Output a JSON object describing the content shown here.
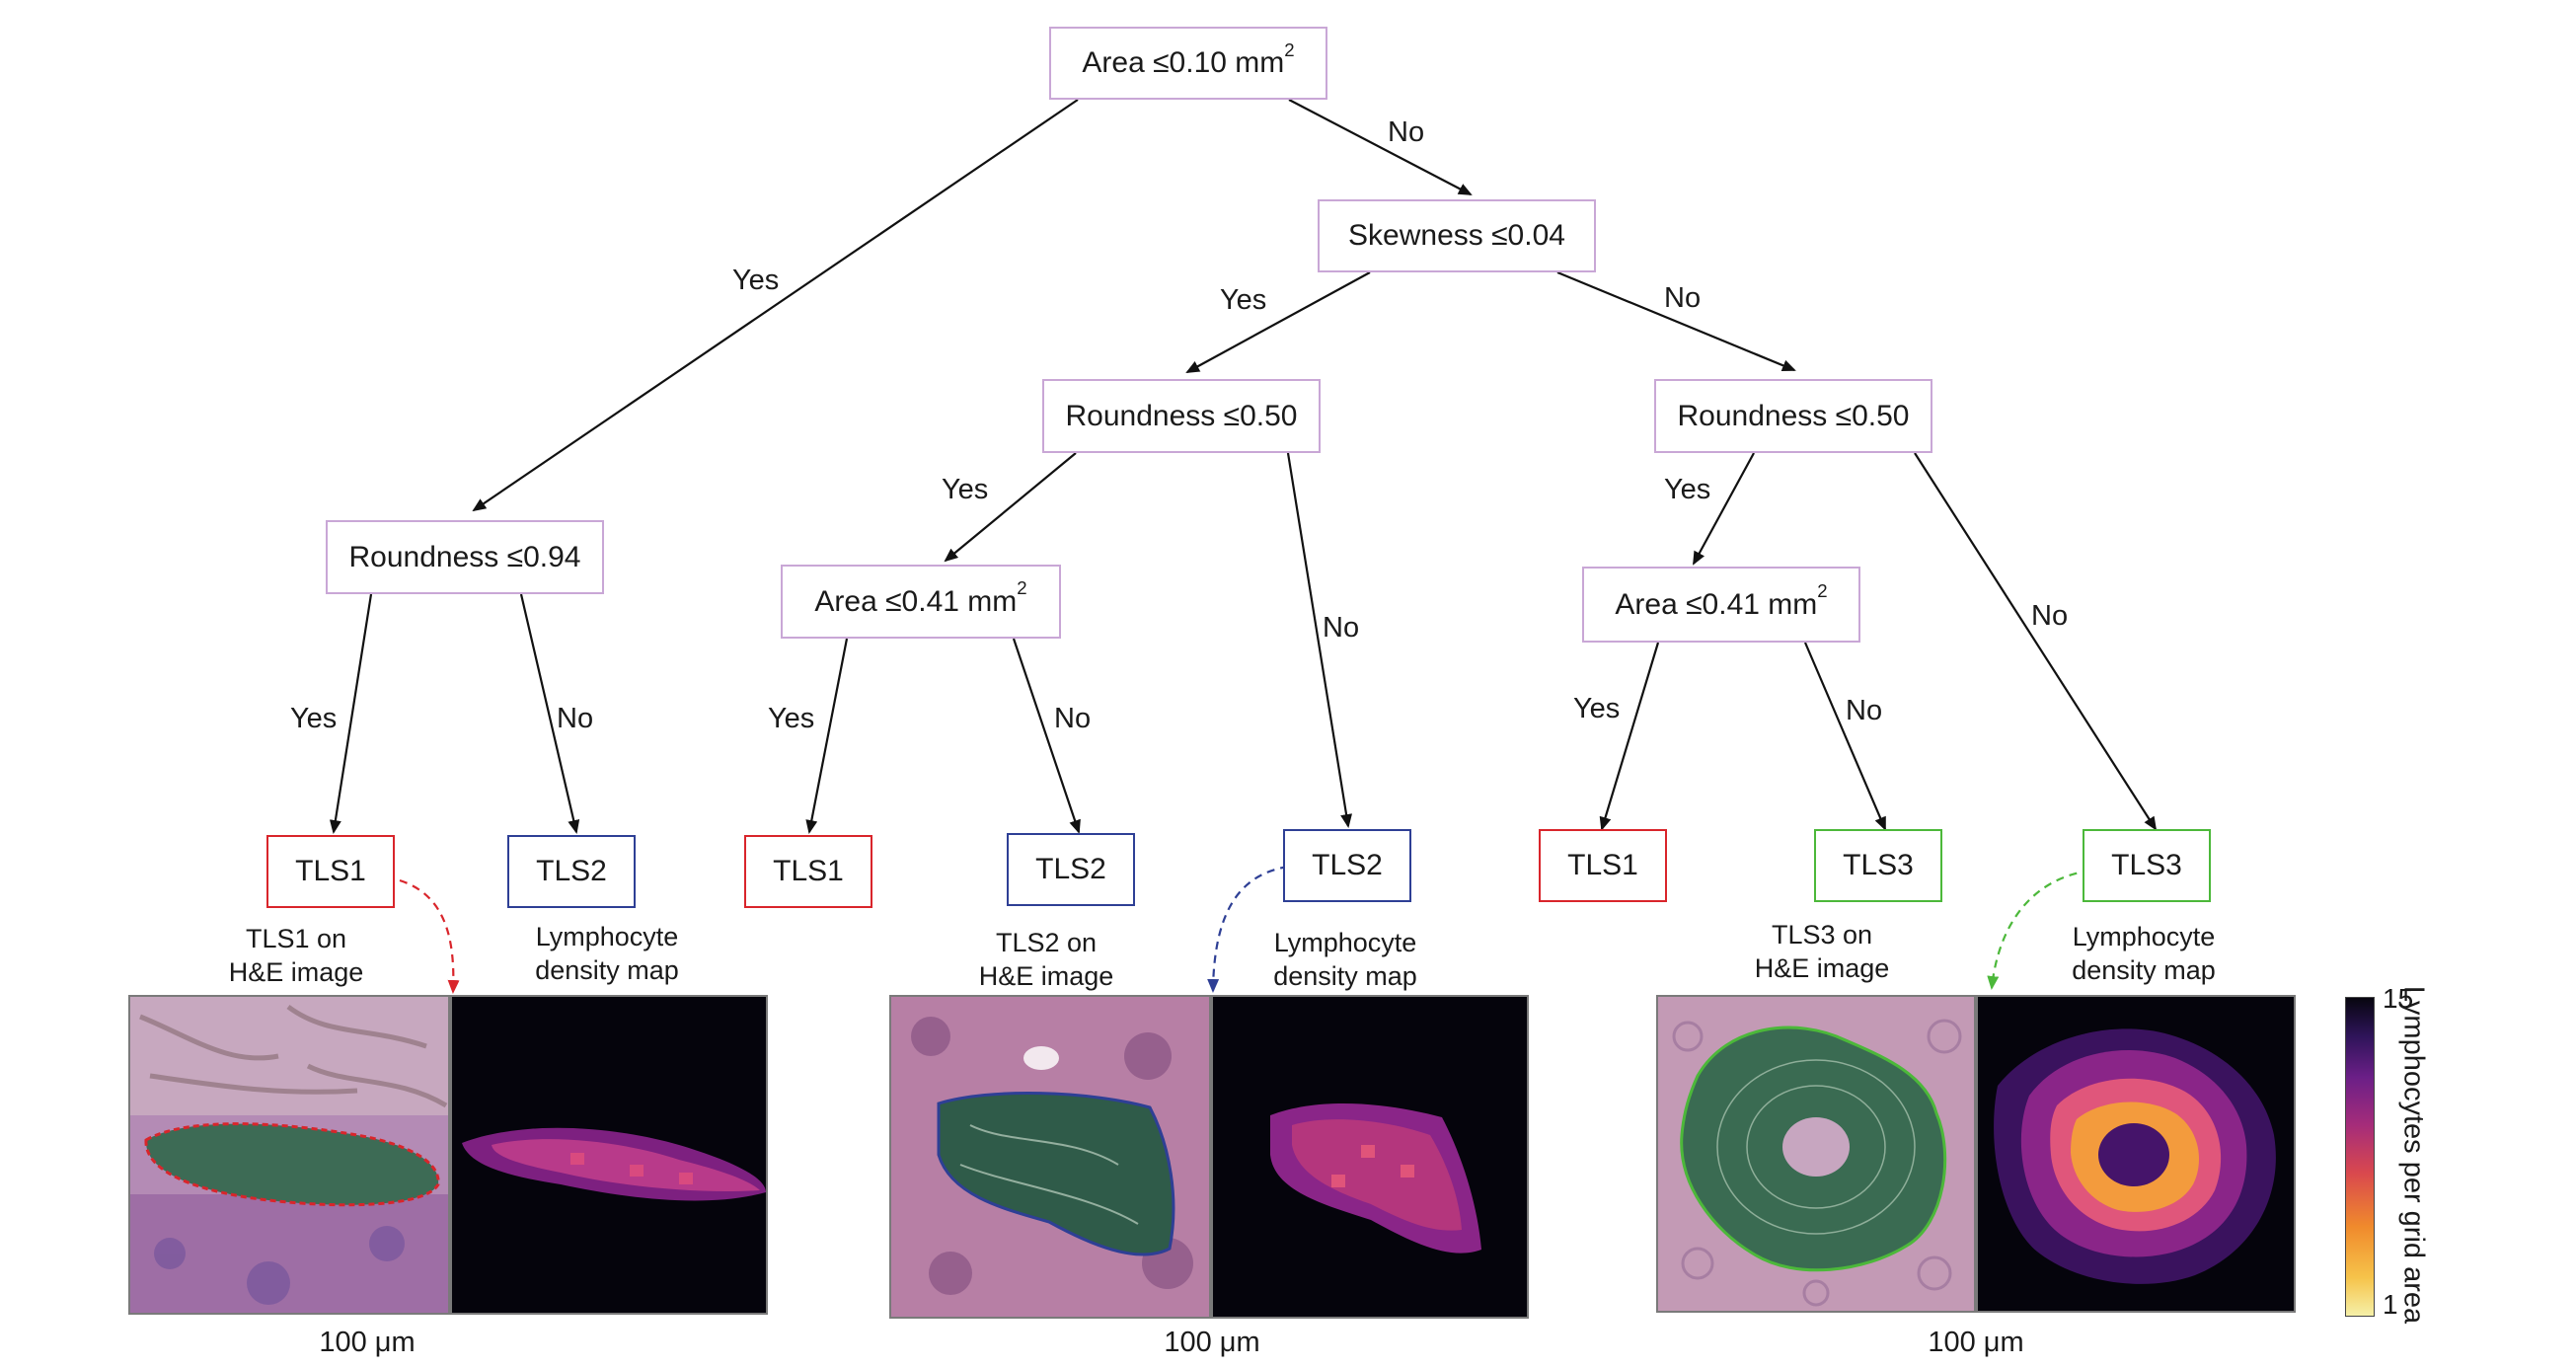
{
  "tree": {
    "root": {
      "label": "Area ≤0.10 mm",
      "sup": "2"
    },
    "skew": {
      "label": "Skewness ≤0.04"
    },
    "round094": {
      "label": "Roundness ≤0.94"
    },
    "round050a": {
      "label": "Roundness ≤0.50"
    },
    "round050b": {
      "label": "Roundness ≤0.50"
    },
    "area041a": {
      "label": "Area ≤0.41 mm",
      "sup": "2"
    },
    "area041b": {
      "label": "Area ≤0.41 mm",
      "sup": "2"
    }
  },
  "leaves": [
    "TLS1",
    "TLS2",
    "TLS1",
    "TLS2",
    "TLS2",
    "TLS1",
    "TLS3",
    "TLS3"
  ],
  "edge_labels": {
    "yes": "Yes",
    "no": "No"
  },
  "captions": {
    "tls1_he": [
      "TLS1 on",
      "H&E image"
    ],
    "tls2_he": [
      "TLS2 on",
      "H&E image"
    ],
    "tls3_he": [
      "TLS3 on",
      "H&E image"
    ],
    "lymph": [
      "Lymphocyte",
      "density map"
    ]
  },
  "scale_bar": "100 μm",
  "colorbar": {
    "title": "Lymphocytes per grid area",
    "max": "15",
    "min": "1"
  },
  "colors": {
    "tls1": "#d9252b",
    "tls2": "#2e3f95",
    "tls3": "#4cb83a",
    "split_border": "#c9a7d6"
  }
}
